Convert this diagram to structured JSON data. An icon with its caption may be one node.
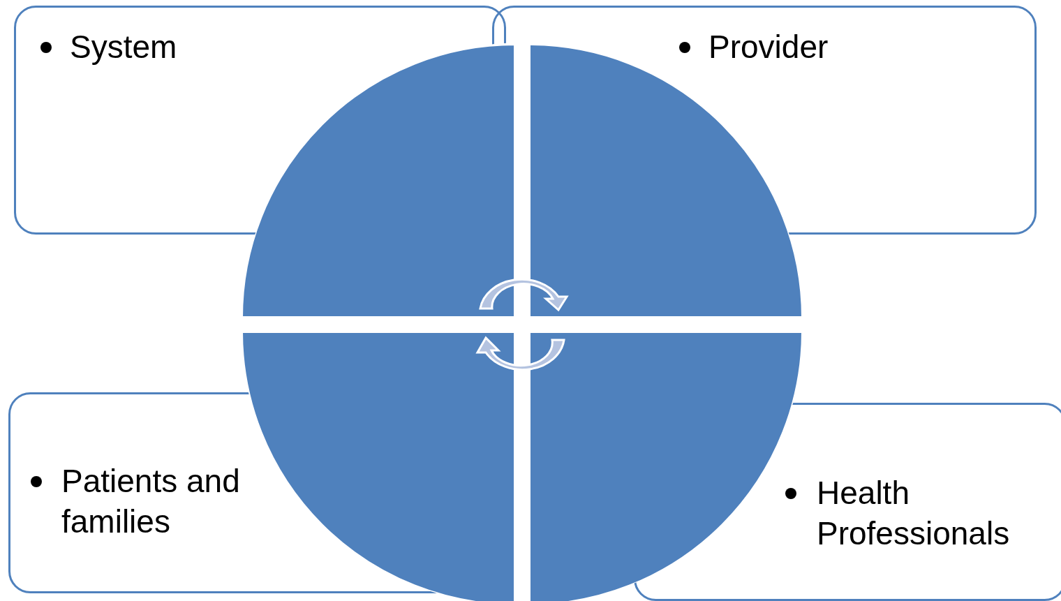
{
  "diagram": {
    "nodes": [
      {
        "text": [
          "System"
        ]
      },
      {
        "text": [
          "Provider"
        ]
      },
      {
        "text": [
          "Patients and families"
        ]
      },
      {
        "text": [
          "Health Professionals"
        ]
      }
    ]
  }
}
